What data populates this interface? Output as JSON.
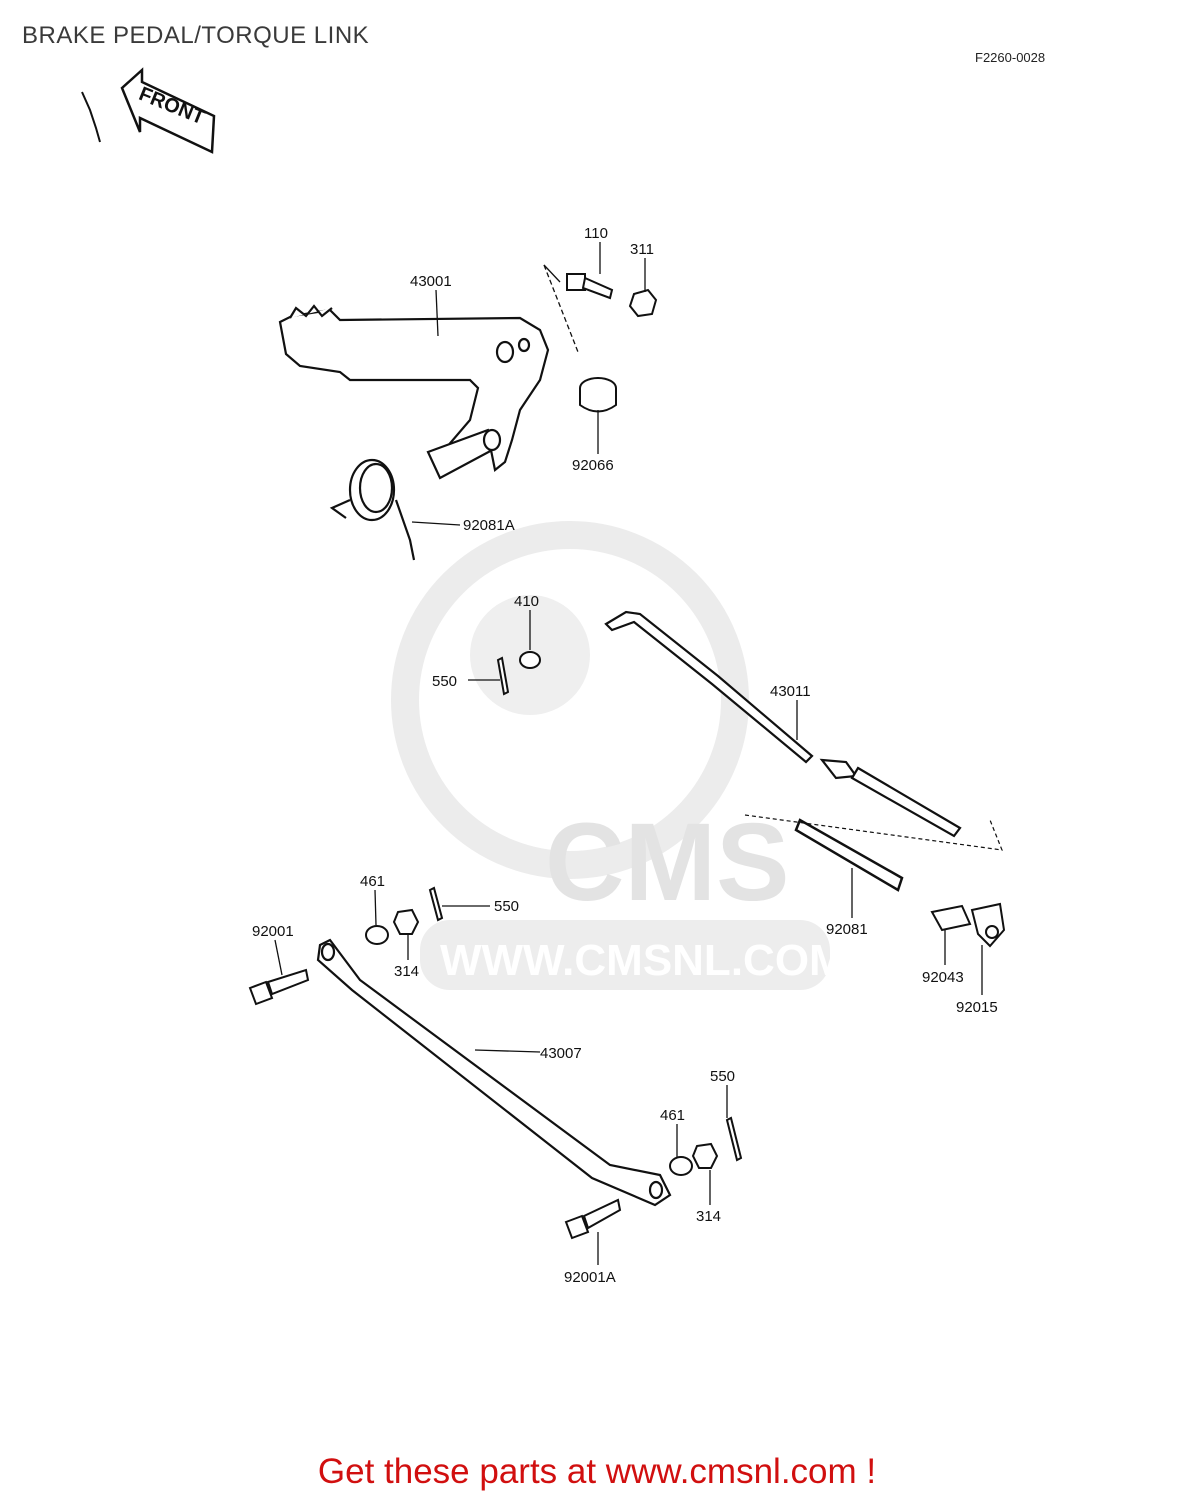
{
  "header": {
    "title": "BRAKE PEDAL/TORQUE LINK",
    "diagram_code": "F2260-0028"
  },
  "front_arrow": {
    "label": "FRONT"
  },
  "watermark": {
    "logo_text": "CMS",
    "url_text": "WWW.CMSNL.COM"
  },
  "parts": [
    {
      "number": "43001"
    },
    {
      "number": "110"
    },
    {
      "number": "311"
    },
    {
      "number": "92066"
    },
    {
      "number": "92081A"
    },
    {
      "number": "410"
    },
    {
      "number": "550"
    },
    {
      "number": "43011"
    },
    {
      "number": "461"
    },
    {
      "number": "550"
    },
    {
      "number": "92081"
    },
    {
      "number": "92001"
    },
    {
      "number": "314"
    },
    {
      "number": "92043"
    },
    {
      "number": "92015"
    },
    {
      "number": "43007"
    },
    {
      "number": "550"
    },
    {
      "number": "461"
    },
    {
      "number": "314"
    },
    {
      "number": "92001A"
    }
  ],
  "footer": {
    "text": "Get these parts at www.cmsnl.com !"
  },
  "colors": {
    "footer": "#d10f0f",
    "line": "#111111",
    "watermark": "#e3e3e3"
  }
}
